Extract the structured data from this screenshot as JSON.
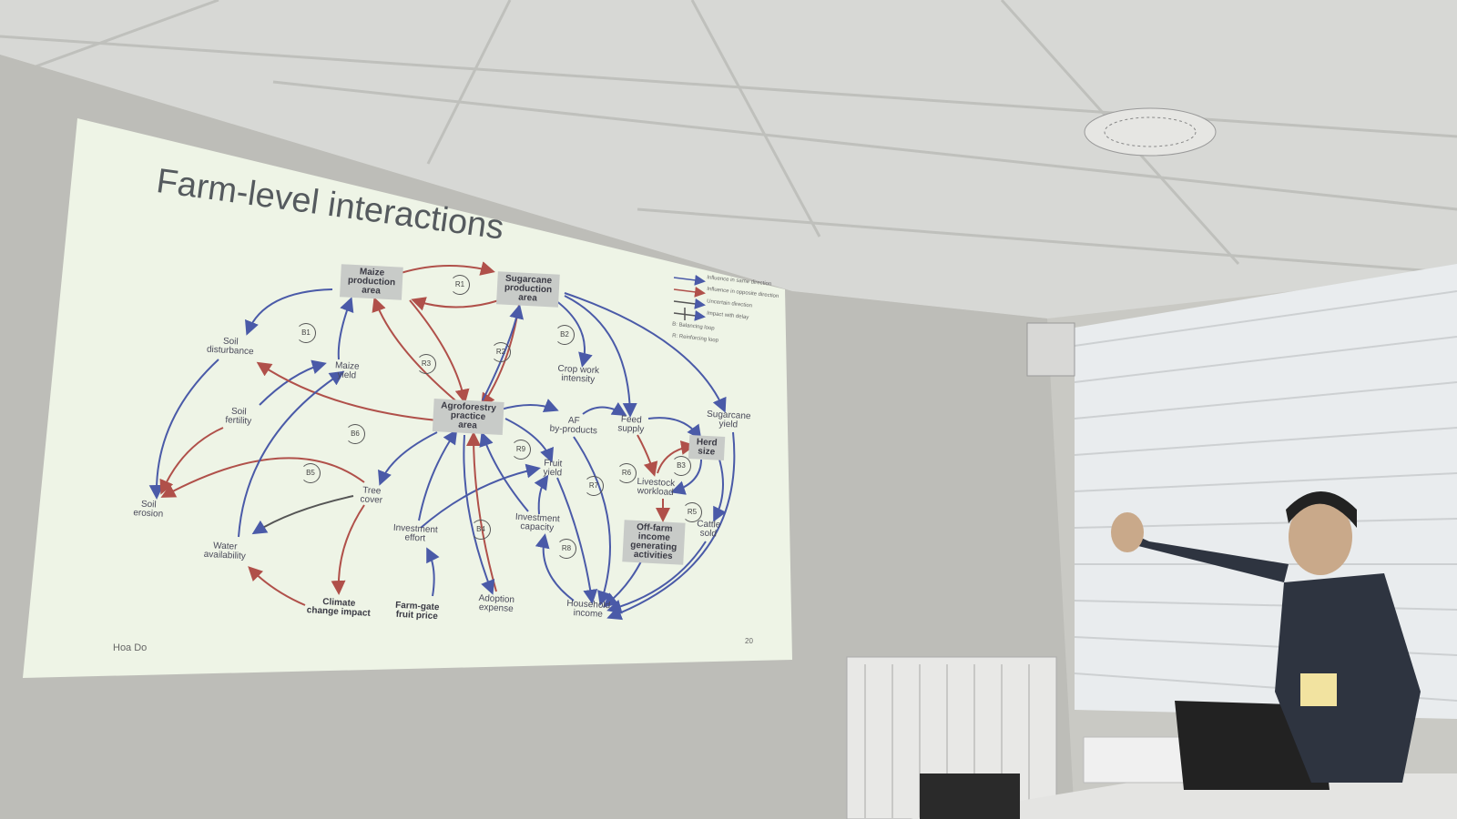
{
  "slide": {
    "title": "Farm-level interactions",
    "author": "Hoa Do",
    "page_number": "20",
    "legend": [
      "Influence in same direction",
      "Influence in opposite direction",
      "Uncertain direction",
      "Impact with delay",
      "B: Balancing loop",
      "R: Reinforcing loop"
    ],
    "nodes": [
      "Maize\nproduction\narea",
      "Sugarcane\nproduction\narea",
      "Soil\ndisturbance",
      "Maize\nyield",
      "Soil\nfertility",
      "Agroforestry\npractice\narea",
      "Crop work\nintensity",
      "AF\nby-products",
      "Feed\nsupply",
      "Sugarcane\nyield",
      "Herd\nsize",
      "Soil\nerosion",
      "Tree\ncover",
      "Fruit\nyield",
      "Livestock\nworkload",
      "Investment\neffort",
      "Investment\ncapacity",
      "Off-farm\nincome\ngenerating\nactivities",
      "Cattle\nsold",
      "Water\navailability",
      "Climate\nchange impact",
      "Farm-gate\nfruit price",
      "Adoption\nexpense",
      "Household\nincome"
    ],
    "loops": [
      "R1",
      "B1",
      "R3",
      "R2",
      "B2",
      "B6",
      "R9",
      "B5",
      "R6",
      "B3",
      "R7",
      "B4",
      "R5",
      "R8"
    ],
    "colors": {
      "same_direction": "#4a5aa8",
      "opposite_direction": "#b0504a",
      "slide_bg": "#eef4e6"
    }
  }
}
